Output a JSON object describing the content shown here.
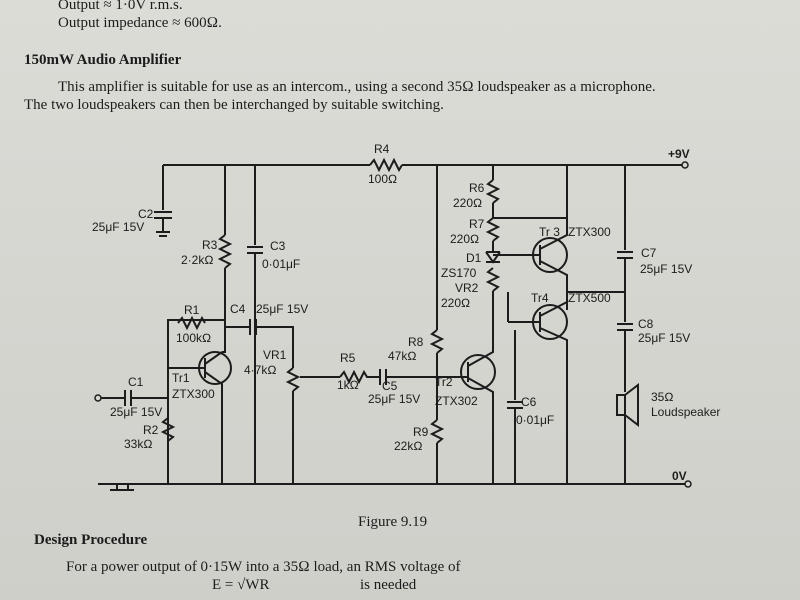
{
  "top_lines": {
    "line1": "Output ≈ 1·0V r.m.s.",
    "line2": "Output impedance ≈ 600Ω."
  },
  "section": {
    "heading": "150mW Audio Amplifier",
    "para_line1": "This amplifier is suitable for use as an intercom., using a second 35Ω loudspeaker as a microphone.",
    "para_line2": "The two loudspeakers can then be interchanged by suitable switching."
  },
  "circuit": {
    "supply": "+9V",
    "ground": "0V",
    "r4": {
      "name": "R4",
      "value": "100Ω"
    },
    "c2": {
      "name": "C2",
      "value": "25μF 15V"
    },
    "r3": {
      "name": "R3",
      "value": "2·2kΩ"
    },
    "c3": {
      "name": "C3",
      "value": "0·01μF"
    },
    "r6": {
      "name": "R6",
      "value": "220Ω"
    },
    "r7": {
      "name": "R7",
      "value": "220Ω"
    },
    "d1": {
      "name": "D1",
      "value": "ZS170"
    },
    "vr2": {
      "name": "VR2",
      "value": "220Ω"
    },
    "tr3": {
      "name": "Tr 3",
      "value": "ZTX300"
    },
    "c7": {
      "name": "C7",
      "value": "25μF 15V"
    },
    "tr4": {
      "name": "Tr4",
      "value": "ZTX500"
    },
    "c8": {
      "name": "C8",
      "value": "25μF 15V"
    },
    "r1": {
      "name": "R1",
      "value": "100kΩ"
    },
    "c4": {
      "name": "C4",
      "value": "25μF 15V"
    },
    "r8": {
      "name": "R8",
      "value": "47kΩ"
    },
    "vr1": {
      "name": "VR1",
      "value": "4·7kΩ"
    },
    "r5": {
      "name": "R5",
      "value": "1kΩ"
    },
    "c5": {
      "name": "C5",
      "value": "25μF 15V"
    },
    "tr1": {
      "name": "Tr1",
      "value": "ZTX300"
    },
    "tr2": {
      "name": "Tr2",
      "value": "ZTX302"
    },
    "c1": {
      "name": "C1",
      "value": "25μF 15V"
    },
    "r2": {
      "name": "R2",
      "value": "33kΩ"
    },
    "c6": {
      "name": "C6",
      "value": "0·01μF"
    },
    "r9": {
      "name": "R9",
      "value": "22kΩ"
    },
    "spk": {
      "name": "35Ω",
      "value": "Loudspeaker"
    }
  },
  "figure_caption": "Figure 9.19",
  "design": {
    "heading": "Design Procedure",
    "line1": "For a power output of 0·15W into a 35Ω load, an RMS voltage of",
    "formula": "E = √WR",
    "needed": "is needed"
  }
}
